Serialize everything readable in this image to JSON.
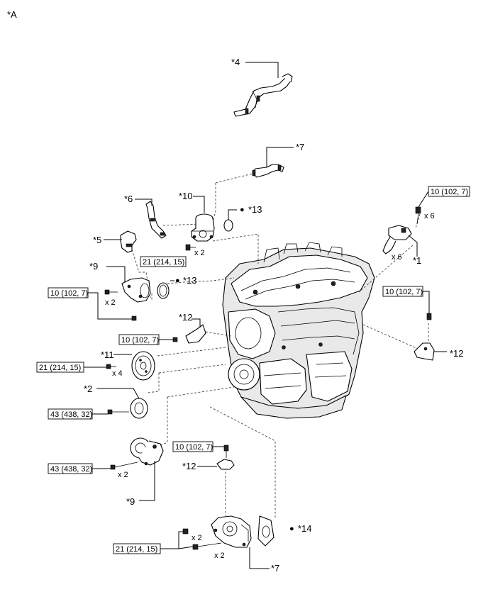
{
  "figure_label": "*A",
  "callouts": {
    "c4": "*4",
    "c7_top": "*7",
    "c6": "*6",
    "c10": "*10",
    "c13_top": "*13",
    "c5": "*5",
    "c9_top": "*9",
    "c13_mid": "*13",
    "c12_left": "*12",
    "c11": "*11",
    "c2": "*2",
    "c1": "*1",
    "c12_right": "*12",
    "c12_bottom": "*12",
    "c9_bottom": "*9",
    "c14": "*14",
    "c7_bottom": "*7"
  },
  "torques": {
    "t_right_top": "10 (102, 7)",
    "t_right_mid": "10 (102, 7)",
    "t_thermo_bolt": "21 (214, 15)",
    "t_outlet_bolt": "10 (102, 7)",
    "t_cover_bolt": "10 (102, 7)",
    "t_pulley_bolt": "21 (214, 15)",
    "t_idler_bolt": "43 (438, 32)",
    "t_tensioner_bolt": "43 (438, 32)",
    "t_bracket_bolt": "10 (102, 7)",
    "t_pump_bolt": "21 (214, 15)"
  },
  "qty": {
    "q_right_bolt": "x 6",
    "q_coil": "x 6",
    "q_thermo": "x 2",
    "q_outlet": "x 2",
    "q_pulley": "x 4",
    "q_tensioner": "x 2",
    "q_pump_nut": "x 2",
    "q_pump_bolt": "x 2"
  },
  "markers": {
    "bullet": "●"
  }
}
